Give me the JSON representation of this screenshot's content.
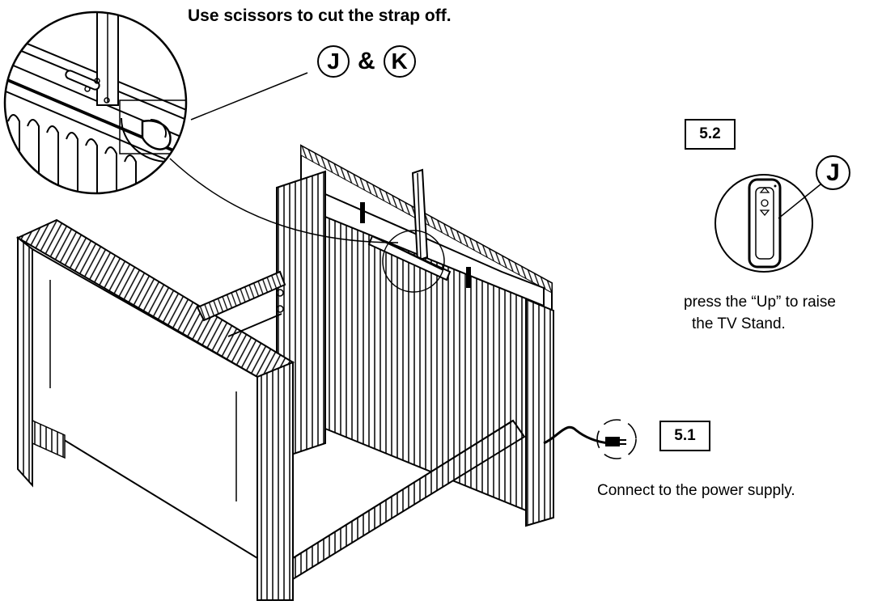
{
  "instruction_top": "Use scissors to cut the strap off.",
  "parts_callout": {
    "first": "J",
    "amp": "&",
    "second": "K"
  },
  "step_52": {
    "label": "5.2"
  },
  "remote": {
    "letter": "J"
  },
  "press_text": {
    "line1": "press the “Up” to raise",
    "line2": "the TV Stand."
  },
  "step_51": {
    "label": "5.1"
  },
  "connect_text": "Connect to the power supply."
}
